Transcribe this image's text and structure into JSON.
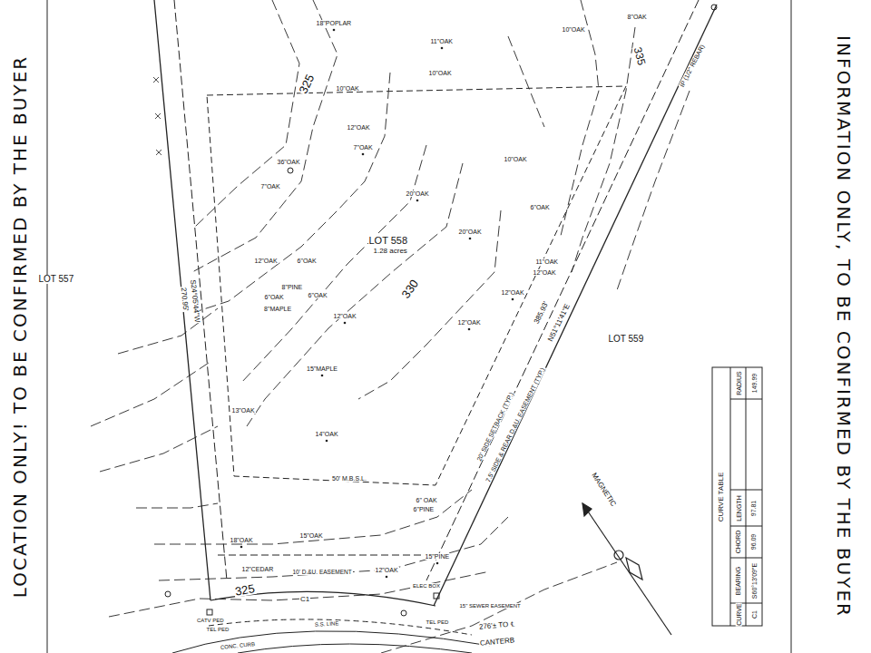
{
  "diagram": {
    "labels": [
      "LOCATION ONLY! TO BE CONFIRMED BY THE BUYER",
      "18\"POPLAR",
      "11\"OAK",
      "10\"OAK",
      "8\"OAK",
      "335",
      "IP (1/2\" REBAR)",
      "325",
      "10\"OAK",
      "10\"OAK",
      "12\"OAK",
      "7\"OAK",
      "36\"OAK",
      "10\"OAK",
      "7\"OAK",
      "20\"OAK",
      "6\"OAK",
      "20\"OAK",
      "LOT 558",
      "1.28 acres",
      "12\"OAK",
      "6\"OAK",
      "11\"OAK",
      "12\"OAK",
      "LOT 557",
      "S24°05'44\"W",
      "270.95'",
      "8\"PINE",
      "6\"OAK",
      "6\"OAK",
      "330",
      "8\"MAPLE",
      "12\"OAK",
      "385.93'",
      "N51°11'41\"E",
      "12\"OAK",
      "12\"OAK",
      "LOT 559",
      "15\"MAPLE",
      "20' SIDE SETBACK (TYP.)",
      "7.5' SIDE & REAR D.&U. EASEMENT (TYP.)",
      "13\"OAK",
      "14\"OAK",
      "50' M.B.S.L.",
      "6\" OAK",
      "6\"PINE",
      "18\"OAK",
      "15\"OAK",
      "15\"PINE",
      "12\"CEDAR",
      "10' D.&U. EASEMENT",
      "12\"OAK",
      "325",
      "C1",
      "ELEC BOX",
      "15\" SEWER EASEMENT",
      "276'± TO ℄",
      "CANTERB",
      "S.S. LINE",
      "CATV PED",
      "TEL PED",
      "TEL PED",
      "CONC. CURB",
      "MAGNETIC",
      "CURVE TABLE",
      "CURVE",
      "BEARING",
      "CHORD",
      "LENGTH",
      "RADIUS",
      "C1",
      "S60°13'09\"E",
      "96.09",
      "97.81",
      "149.99",
      "INFORMATION ONLY, TO BE CONFIRMED BY THE BUYER"
    ]
  }
}
